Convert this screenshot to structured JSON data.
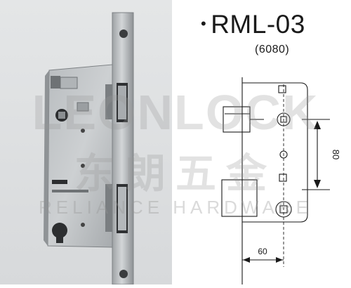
{
  "product": {
    "model": "RML-03",
    "code": "(6080)",
    "bullet": "•"
  },
  "drawing": {
    "dimension_vertical": "80",
    "dimension_horizontal": "60"
  },
  "watermark": {
    "brand": "LEONLOCK",
    "brand_cn": "东朗五金",
    "tagline": "RELIANCE HARDWARE"
  },
  "colors": {
    "steel_light": "#c9ccce",
    "steel_dark": "#8d9194",
    "line": "#1a1a1a",
    "watermark": "#969696"
  }
}
